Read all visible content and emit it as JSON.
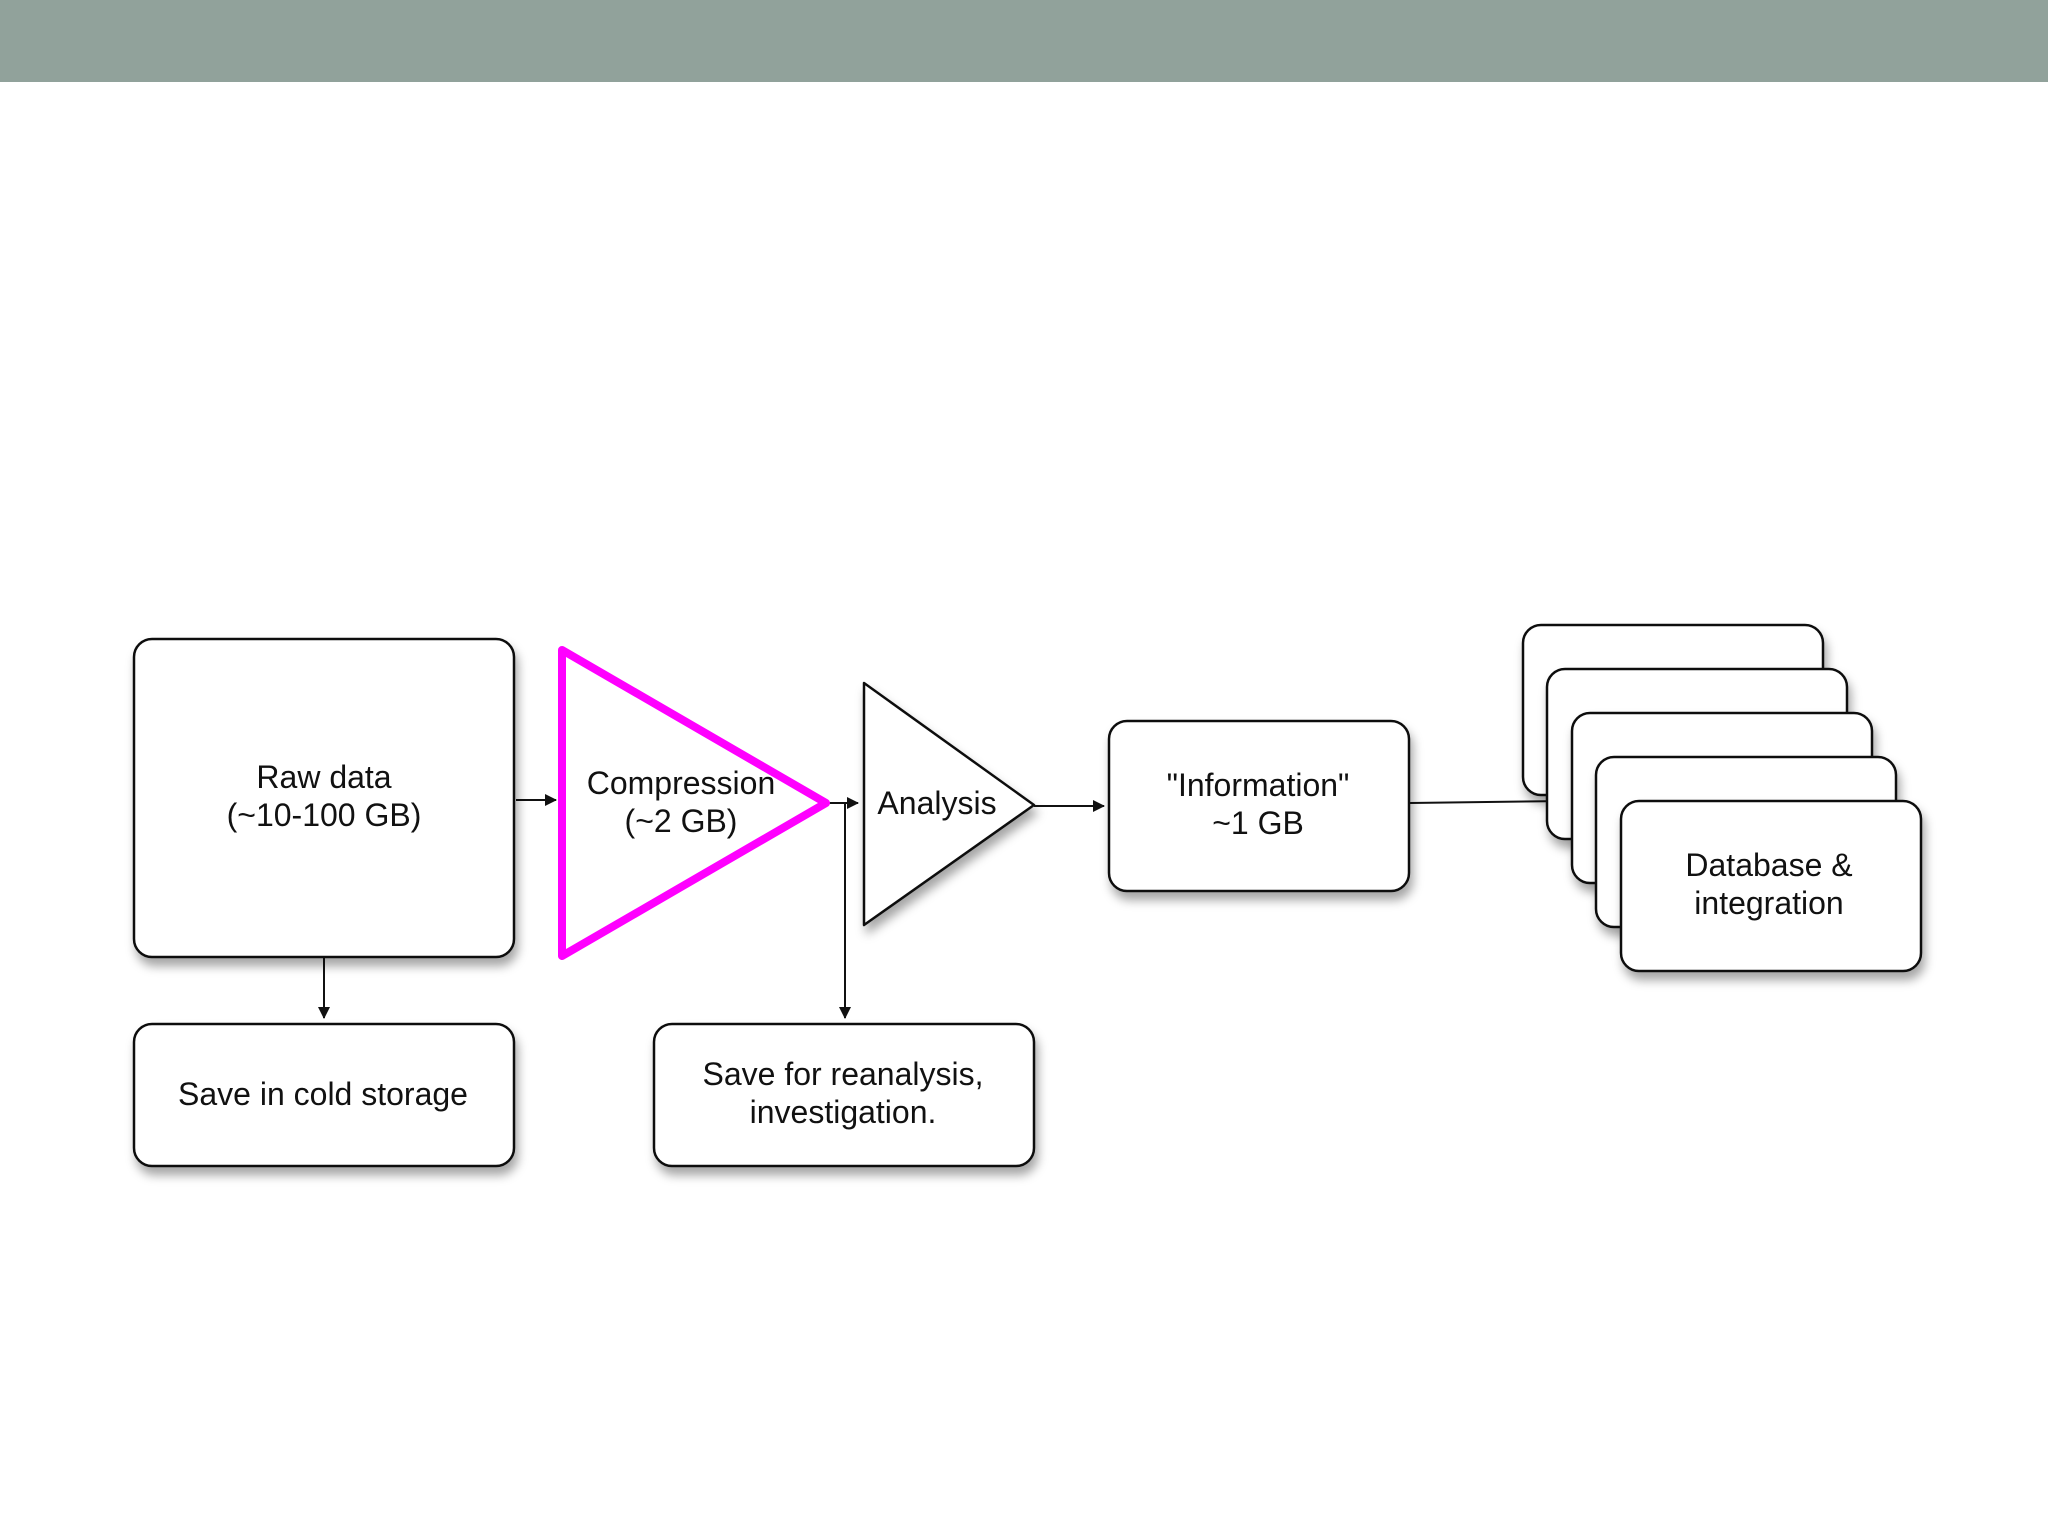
{
  "nodes": {
    "raw_data": {
      "line1": "Raw data",
      "line2": "(~10-100 GB)"
    },
    "compression": {
      "line1": "Compression",
      "line2": "(~2 GB)"
    },
    "analysis": {
      "line1": "Analysis"
    },
    "information": {
      "line1": "\"Information\"",
      "line2": "~1 GB"
    },
    "database": {
      "line1": "Database &",
      "line2": "integration"
    },
    "cold_storage": {
      "line1": "Save in cold storage"
    },
    "reanalysis": {
      "line1": "Save for reanalysis,",
      "line2": "investigation."
    }
  },
  "colors": {
    "header_bar": "#91a29b",
    "highlight": "#ff00ff",
    "stroke": "#111111"
  }
}
